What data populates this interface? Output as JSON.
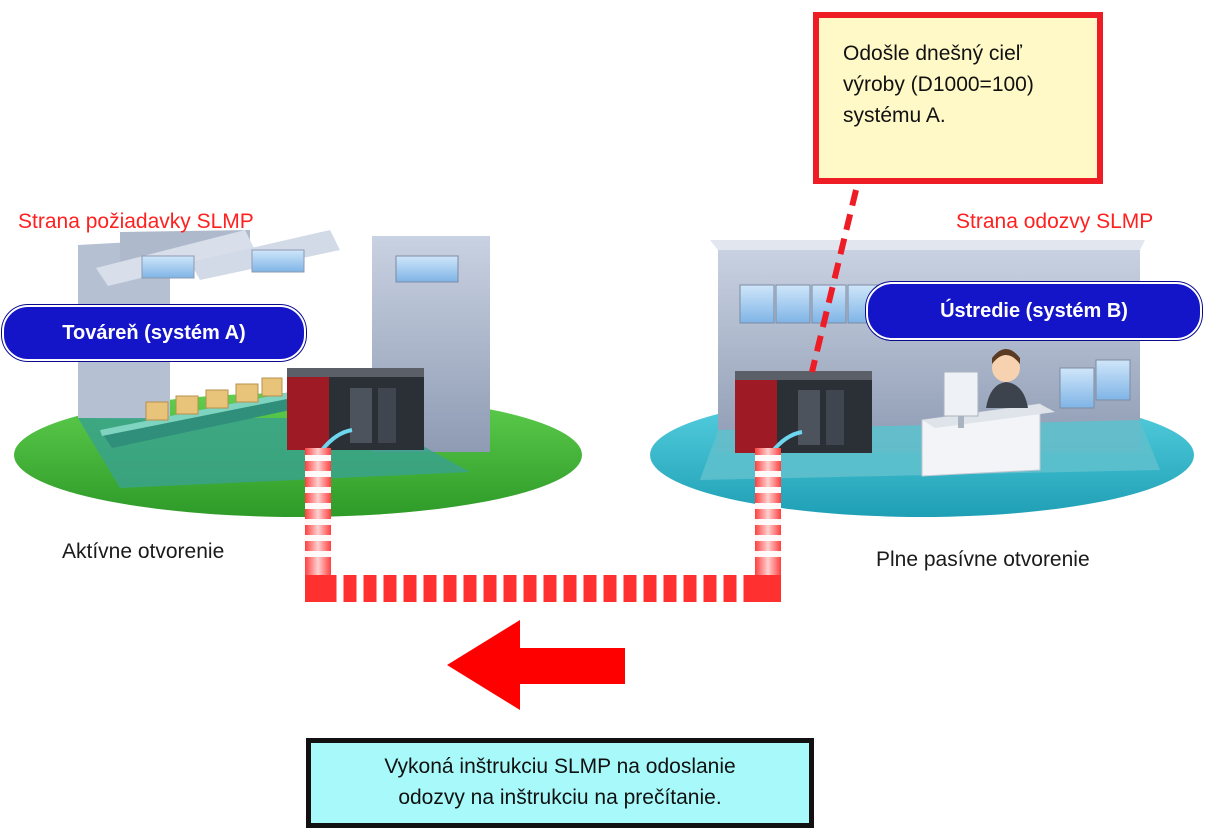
{
  "callout": {
    "lines": [
      "Odošle dnešný cieľ",
      "výroby (D1000=100)",
      "systému A."
    ]
  },
  "left_site": {
    "role_label": "Strana požiadavky SLMP",
    "name": "Továreň (systém A)",
    "open_mode": "Aktívne otvorenie",
    "ground_color": "#3cb034"
  },
  "right_site": {
    "role_label": "Strana odozvy SLMP",
    "name": "Ústredie (systém B)",
    "open_mode": "Plne pasívne otvorenie",
    "ground_color": "#2aaec0"
  },
  "action_box": {
    "lines": [
      "Vykoná inštrukciu SLMP na odoslanie",
      "odozvy na inštrukciu na prečítanie."
    ]
  },
  "colors": {
    "accent_red": "#ee1c25",
    "pill_blue": "#1414c8",
    "callout_fill": "#fff9c8",
    "action_fill": "#a8fafa"
  },
  "icons": [
    "factory-building-icon",
    "office-building-icon",
    "plc-unit-icon",
    "office-worker-icon",
    "left-arrow-icon"
  ]
}
